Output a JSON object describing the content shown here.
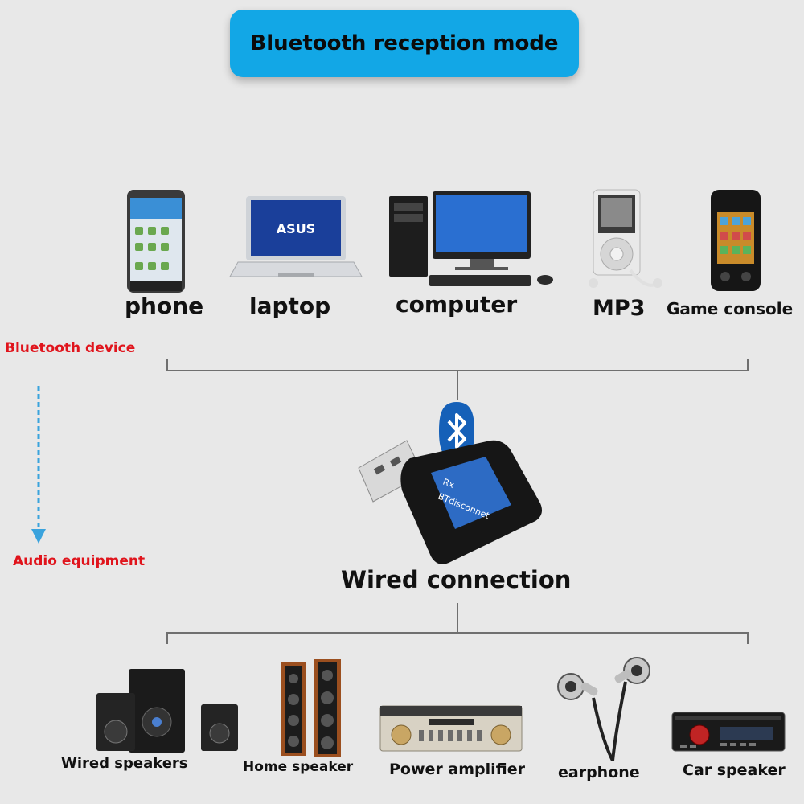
{
  "title": "Bluetooth reception mode",
  "side_labels": {
    "top": "Bluetooth device",
    "bottom": "Audio equipment"
  },
  "center_label": "Wired connection",
  "dongle_screen": {
    "line1": "Rx",
    "line2": "BTdisconnet"
  },
  "top_devices": [
    {
      "label": "phone",
      "icon": "phone-icon"
    },
    {
      "label": "laptop",
      "icon": "laptop-icon",
      "brand": "ASUS"
    },
    {
      "label": "computer",
      "icon": "computer-icon"
    },
    {
      "label": "MP3",
      "icon": "mp3-player-icon"
    },
    {
      "label": "Game console",
      "icon": "game-console-icon"
    }
  ],
  "bottom_devices": [
    {
      "label": "Wired speakers",
      "icon": "wired-speakers-icon"
    },
    {
      "label": "Home speaker",
      "icon": "home-speaker-icon"
    },
    {
      "label": "Power amplifier",
      "icon": "power-amplifier-icon"
    },
    {
      "label": "earphone",
      "icon": "earphone-icon"
    },
    {
      "label": "Car speaker",
      "icon": "car-speaker-icon"
    }
  ],
  "colors": {
    "title_bg": "#12a7e6",
    "side_label": "#e0141c",
    "arrow": "#3aa3dd",
    "bluetooth_badge": "#1560b8",
    "line": "#6f6f6f"
  }
}
